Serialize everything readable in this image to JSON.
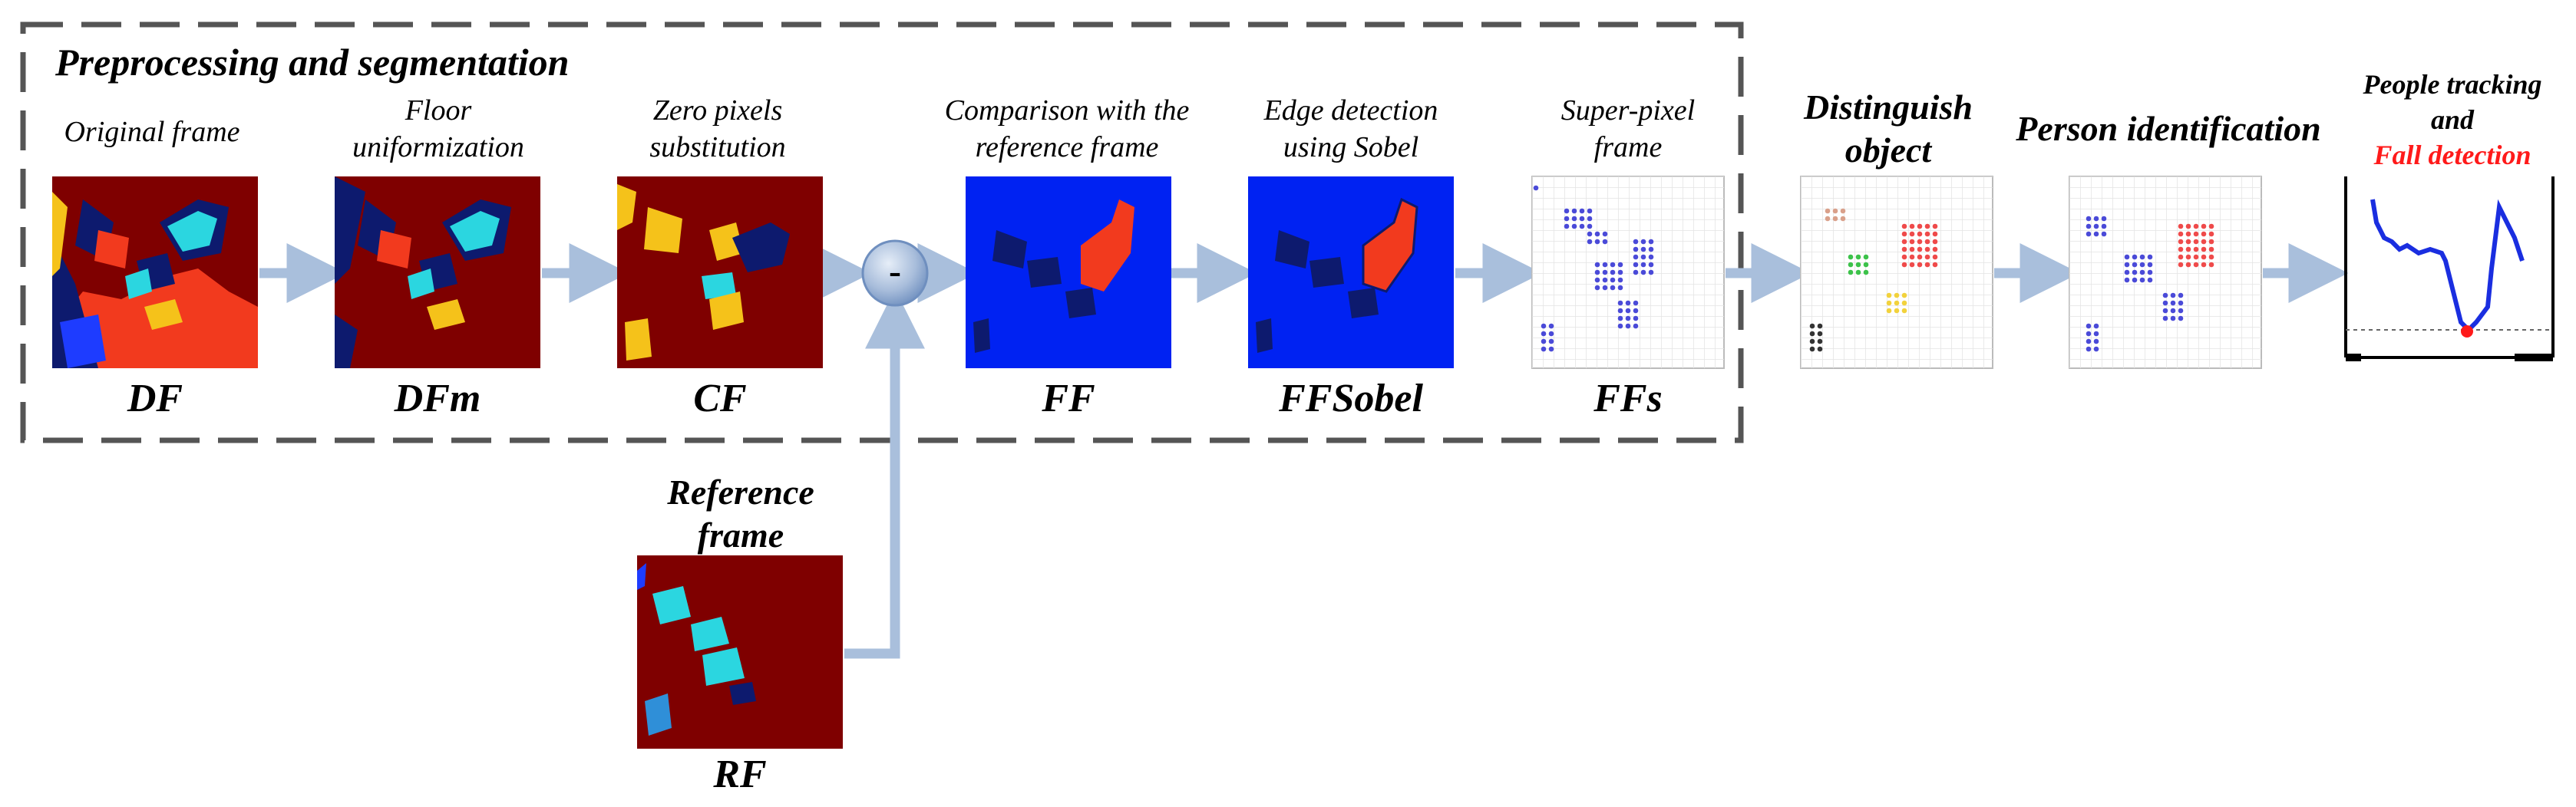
{
  "title": "Preprocessing and segmentation",
  "stages": [
    {
      "caption": "Original frame",
      "label": "DF"
    },
    {
      "caption": "Floor uniformization",
      "label": "DFm"
    },
    {
      "caption": "Zero pixels substitution",
      "label": "CF"
    },
    {
      "caption": "Comparison with the reference frame",
      "label": "FF"
    },
    {
      "caption": "Edge detection using Sobel",
      "label": "FFSobel"
    },
    {
      "caption": "Super-pixel frame",
      "label": "FFs"
    }
  ],
  "reference": {
    "caption": "Reference frame",
    "label": "RF"
  },
  "operator": "-",
  "distinguish": "Distinguish object",
  "identification": "Person identification",
  "tracking": {
    "line1": "People tracking",
    "line2": "and",
    "fall": "Fall detection"
  },
  "colors": {
    "arrow": "#a9bfdc",
    "dark_red": "#7f0000",
    "red": "#f23a1e",
    "blue": "#0022f2",
    "navy": "#0d1a6e",
    "cyan": "#2bd6e0",
    "yellow": "#f5c21a",
    "fall_red": "#ff1a1a",
    "dots_blue": "#4a4ad8",
    "dots_red": "#ef4a4a",
    "dots_green": "#3cc24a",
    "dots_yellow": "#f2d23c"
  }
}
